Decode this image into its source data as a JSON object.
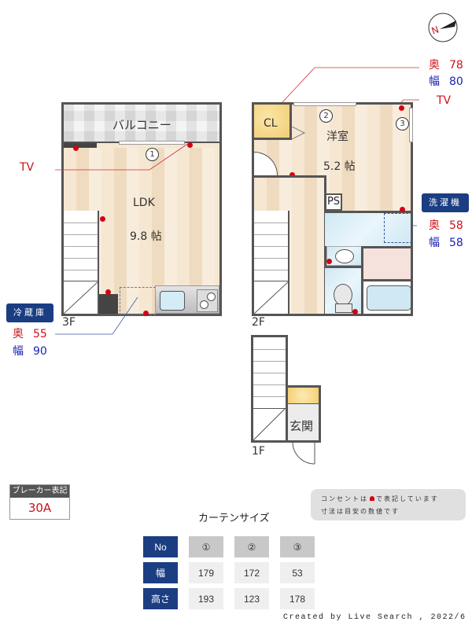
{
  "compass": {
    "label": "N",
    "icon": "north-arrow-icon"
  },
  "floors": {
    "f3": {
      "label": "3F",
      "balcony": "バルコニー",
      "ldk": {
        "name": "LDK",
        "size": "9.8 帖"
      },
      "window_no": "1",
      "tv_label": "TV",
      "fridge": {
        "title": "冷蔵庫",
        "depth_label": "奥",
        "depth": "55",
        "width_label": "幅",
        "width": "90"
      }
    },
    "f2": {
      "label": "2F",
      "closet": "CL",
      "room": {
        "name": "洋室",
        "size": "5.2 帖"
      },
      "ps": "PS",
      "window_nos": [
        "2",
        "3"
      ],
      "tv_label": "TV",
      "closet_dims": {
        "depth_label": "奥",
        "depth": "78",
        "width_label": "幅",
        "width": "80"
      },
      "washer": {
        "title": "洗濯機",
        "depth_label": "奥",
        "depth": "58",
        "width_label": "幅",
        "width": "58"
      }
    },
    "f1": {
      "label": "1F",
      "entrance": "玄関"
    }
  },
  "breaker": {
    "title": "ブレーカー表記",
    "value": "30A"
  },
  "notes": {
    "line1_pre": "コンセントは",
    "line1_post": "で表記しています",
    "line2": "寸法は目安の数値です"
  },
  "curtain": {
    "title": "カーテンサイズ",
    "row_headers": [
      "No",
      "幅",
      "高さ"
    ],
    "columns": [
      "①",
      "②",
      "③"
    ],
    "widths": [
      "179",
      "172",
      "53"
    ],
    "heights": [
      "193",
      "123",
      "178"
    ]
  },
  "footer": "Created by Live Search , 2022/6",
  "colors": {
    "outlet": "#d40012",
    "badge": "#1b3d82",
    "depth": "#d0101a",
    "width": "#1a22b8"
  }
}
